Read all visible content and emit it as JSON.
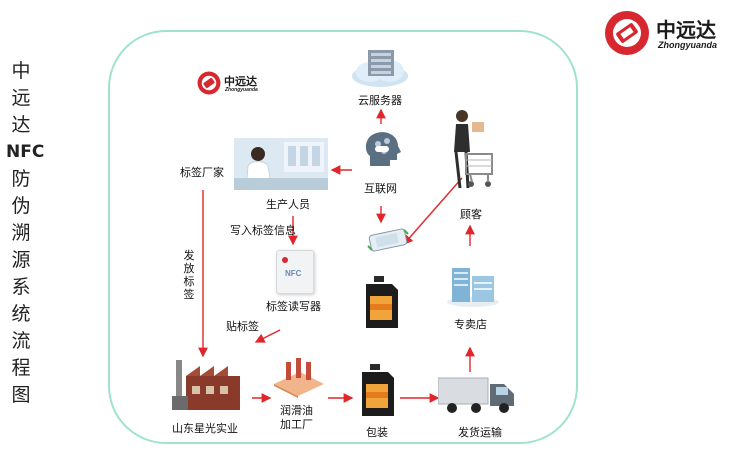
{
  "title_chars": [
    "中",
    "远",
    "达",
    "NFC",
    "防",
    "伪",
    "溯",
    "源",
    "系",
    "统",
    "流",
    "程",
    "图"
  ],
  "brand": {
    "name_cn": "中远达",
    "name_en": "Zhongyuanda",
    "color": "#d7272f"
  },
  "nodes": {
    "cloud": "云服务器",
    "internet": "互联网",
    "customer": "顾客",
    "tag_maker": "标签厂家",
    "production_staff": "生产人员",
    "write_info": "写入标签信息",
    "reader": "标签读写器",
    "issue_tags": "发放标签",
    "attach_tags": "贴标签",
    "factory": "山东星光实业",
    "plant": "润滑油加工厂",
    "plant_line1": "润滑油",
    "plant_line2": "加工厂",
    "packaging": "包装",
    "shipping": "发货运输",
    "store": "专卖店"
  },
  "device_text": {
    "reader_brand": "NFC",
    "card_text": "NFC"
  },
  "colors": {
    "arrow": "#e0262b",
    "frame": "#9fe3cf"
  }
}
